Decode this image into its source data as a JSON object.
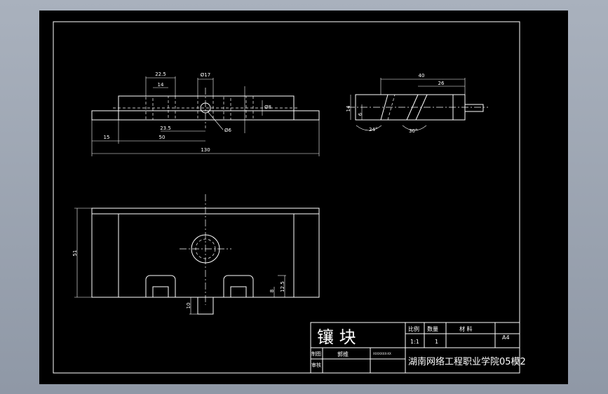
{
  "drawing": {
    "title_block": {
      "part_name": "镶  块",
      "header_scale": "比例",
      "header_quantity": "数量",
      "header_material": "材  料",
      "scale_value": "1:1",
      "quantity_value": "1",
      "paper_size": "A4",
      "drafted_label": "制图",
      "checked_label": "审核",
      "drafter_name": "郭维",
      "drawing_number": "XXXXXXX-XX",
      "school": "湖南网络工程职业学院05模2"
    },
    "front_view": {
      "dim_22_5": "22.5",
      "dim_14": "14",
      "dim_phi17": "Ø17",
      "dim_right_small": "Ø8",
      "dim_phi6": "Ø6",
      "dim_15": "15",
      "dim_50": "50",
      "dim_23_5": "23.5",
      "dim_130": "130"
    },
    "side_view": {
      "dim_40": "40",
      "dim_26": "26",
      "dim_14": "14",
      "dim_6": "6",
      "angle_24": "24°",
      "angle_30": "30°"
    },
    "top_view": {
      "dim_51": "51",
      "dim_12_5": "12.5",
      "dim_8": "8",
      "dim_10": "10"
    }
  }
}
